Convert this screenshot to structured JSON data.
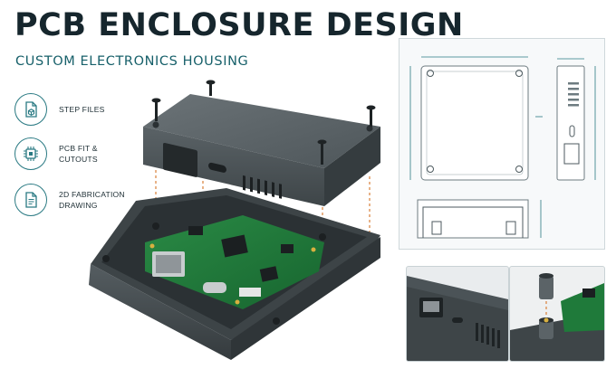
{
  "header": {
    "title": "PCB ENCLOSURE DESIGN",
    "subtitle": "CUSTOM ELECTRONICS HOUSING"
  },
  "features": [
    {
      "icon": "step-file-icon",
      "line1": "STEP FILES",
      "line2": ""
    },
    {
      "icon": "pcb-chip-icon",
      "line1": "PCB FIT &",
      "line2": "CUTOUTS"
    },
    {
      "icon": "document-icon",
      "line1": "2D FABRICATION",
      "line2": "DRAWING"
    }
  ],
  "colors": {
    "title": "#16262d",
    "accent": "#17606a",
    "enclosure": "#4b5357",
    "pcb": "#1f7a3a",
    "guide": "#d9803a"
  }
}
